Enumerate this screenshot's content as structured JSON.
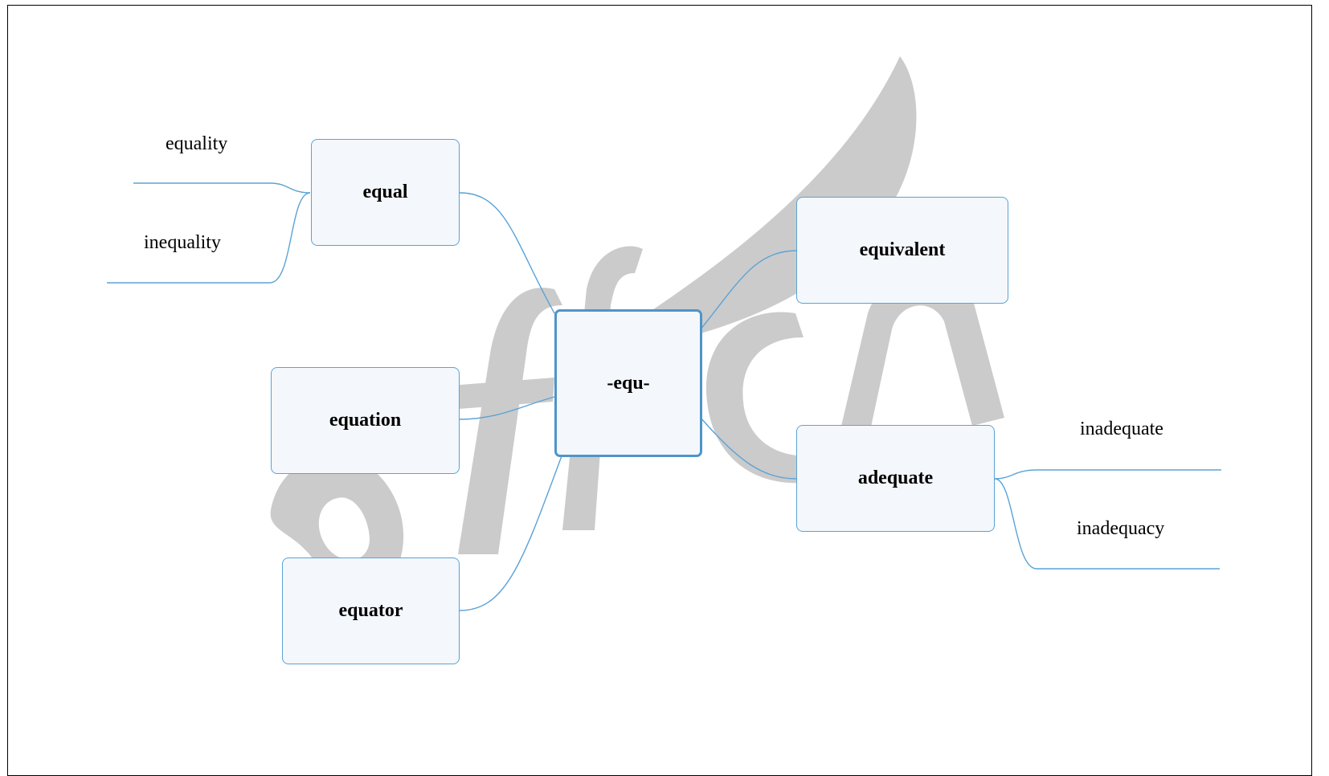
{
  "mindmap": {
    "center": "-equ-",
    "branches": {
      "equal": "equal",
      "equation": "equation",
      "equator": "equator",
      "equivalent": "equivalent",
      "adequate": "adequate"
    },
    "leaves": {
      "equality": "equality",
      "inequality": "inequality",
      "inadequate": "inadequate",
      "inadequacy": "inadequacy"
    },
    "watermark_text": "offcn",
    "colors": {
      "connector": "#5aa3d6",
      "node_fill": "#f4f7fb",
      "watermark": "#c8c8c8"
    }
  }
}
